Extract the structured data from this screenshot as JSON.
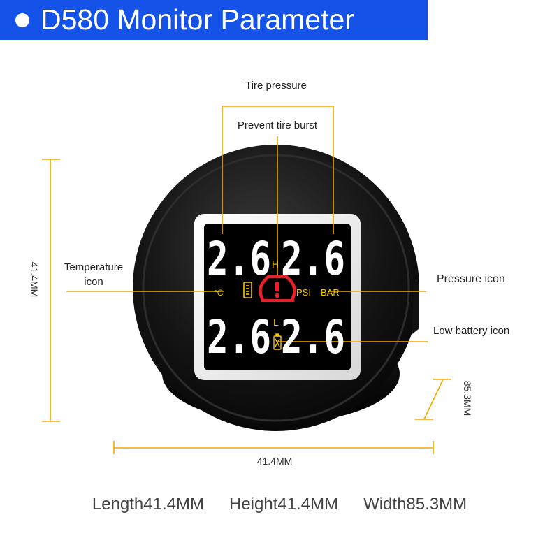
{
  "header": {
    "title": "D580 Monitor Parameter"
  },
  "labels": {
    "tire_pressure": "Tire pressure",
    "prevent_burst": "Prevent tire burst",
    "temperature_line1": "Temperature",
    "temperature_line2": "icon",
    "pressure_icon": "Pressure icon",
    "low_battery": "Low battery icon"
  },
  "display": {
    "top_left": "2.6",
    "top_right": "2.6",
    "bottom_left": "2.6",
    "bottom_right": "2.6",
    "high_mark": "H",
    "low_mark": "L",
    "celsius": "°C",
    "psi": "PSI",
    "bar": "BAR"
  },
  "dimensions": {
    "left": "41.4MM",
    "bottom": "41.4MM",
    "right": "85.3MM"
  },
  "specs": {
    "length": "Length41.4MM",
    "height": "Height41.4MM",
    "width": "Width85.3MM"
  },
  "colors": {
    "header_bg": "#1553e8",
    "accent_line": "#f2a900",
    "display_yellow": "#f2c500",
    "alert_red": "#e8202a"
  }
}
